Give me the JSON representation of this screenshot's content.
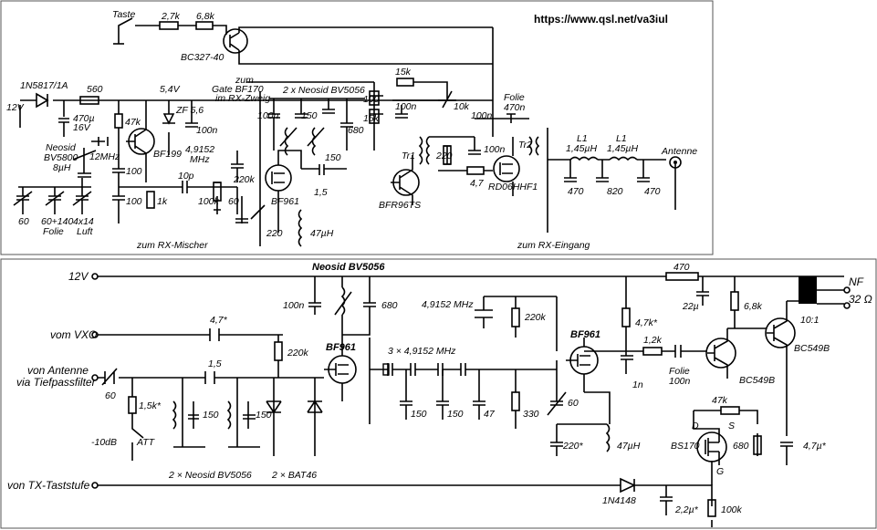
{
  "url": "https://www.qsl.net/va3iul",
  "top": {
    "taste": "Taste",
    "r27k": "2,7k",
    "r68k": "6,8k",
    "bc327": "BC327-40",
    "diode": "1N5817/1A",
    "v12": "12V",
    "r560": "560",
    "v54": "5,4V",
    "zf": "ZF 5,6",
    "c470u1": "470µ",
    "c470u2": "16V",
    "c100n1": "100n",
    "r47k": "47k",
    "bf199": "BF199",
    "xtal12": "12MHz",
    "neosid1": "Neosid",
    "neosid2": "BV5800",
    "neosid3": "8µH",
    "c100a": "100",
    "c100b": "100",
    "r1k": "1k",
    "c10p": "10p",
    "xtal49a": "4,9152",
    "xtal49b": "MHz",
    "r220k": "220k",
    "r100k": "100k",
    "c60": "60",
    "bf961": "BF961",
    "c220": "220",
    "l47": "47µH",
    "rx_mix": "zum RX-Mischer",
    "zum1": "zum",
    "zum2": "Gate BF170",
    "zum3": "im RX-Zweig",
    "neosid_pair": "2 x Neosid BV5056",
    "c100n2": "100n",
    "c150a": "150",
    "c150b": "150",
    "c680": "680",
    "c15": "1,5",
    "r15k1": "15k",
    "r15k2": "15k",
    "r100": "100",
    "c100n3": "100n",
    "r10k": "10k",
    "c100n4": "100n",
    "folie": "Folie",
    "c470n": "470n",
    "tr1": "Tr1",
    "bfr96": "BFR96TS",
    "r220": "220",
    "c100n5": "100n",
    "r47": "4,7",
    "rd06": "RD06HHF1",
    "tr2": "Tr2",
    "l1a": "L1",
    "l1b": "L1",
    "l145a": "1,45µH",
    "l145b": "1,45µH",
    "antenne": "Antenne",
    "c470a": "470",
    "c820": "820",
    "c470b": "470",
    "rx_in": "zum RX-Eingang",
    "c60b": "60",
    "c60140a": "60+140",
    "c60140b": "Folie",
    "c4x14a": "4x14",
    "c4x14b": "Luft"
  },
  "bot": {
    "v12": "12V",
    "vom_vxo": "vom VXO",
    "von_ant1": "von Antenne",
    "von_ant2": "via Tiefpassfilter",
    "von_tx": "von TX-Taststufe",
    "neosid": "Neosid BV5056",
    "c100n": "100n",
    "c680": "680",
    "c47s": "4,7*",
    "r220k1": "220k",
    "bf961a": "BF961",
    "xtal_single": "4,9152 MHz",
    "r220k2": "220k",
    "xtal_triple": "3 × 4,9152 MHz",
    "bf961b": "BF961",
    "c60a": "60",
    "c15": "1,5",
    "r15k": "1,5k*",
    "att1": "-10dB",
    "att2": "ATT",
    "c150a": "150",
    "c150b": "150",
    "neosid2": "2 × Neosid BV5056",
    "bat46": "2 × BAT46",
    "c150c": "150",
    "c150d": "150",
    "c47": "47",
    "r330": "330",
    "c60b": "60",
    "c220s": "220*",
    "l47": "47µH",
    "r47ks": "4,7k*",
    "c1n": "1n",
    "r12k": "1,2k",
    "folie": "Folie",
    "c100n2": "100n",
    "r470": "470",
    "c22u": "22µ",
    "r68k": "6,8k",
    "t101": "10:1",
    "nf1": "NF",
    "nf2": "32 Ω",
    "bc549a": "BC549B",
    "bc549b": "BC549B",
    "r47k": "47k",
    "bs170": "BS170",
    "pin_d": "D",
    "pin_s": "S",
    "pin_g": "G",
    "r680": "680",
    "c47u": "4,7µ*",
    "d1n4148": "1N4148",
    "c22us": "2,2µ*",
    "r100k": "100k"
  }
}
